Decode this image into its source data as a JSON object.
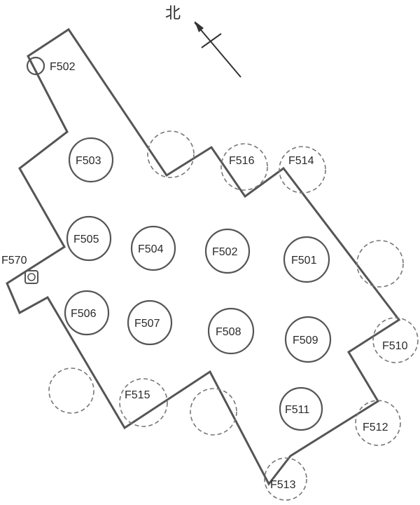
{
  "north_label": "北",
  "features": {
    "F502_top": "F502",
    "F503": "F503",
    "F516": "F516",
    "F514": "F514",
    "F505": "F505",
    "F504": "F504",
    "F502": "F502",
    "F501": "F501",
    "F570": "F570",
    "F506": "F506",
    "F507": "F507",
    "F508": "F508",
    "F509": "F509",
    "F510": "F510",
    "F515": "F515",
    "F511": "F511",
    "F512": "F512",
    "F513": "F513"
  },
  "colors": {
    "ink": "#555555",
    "paper": "#ffffff"
  }
}
